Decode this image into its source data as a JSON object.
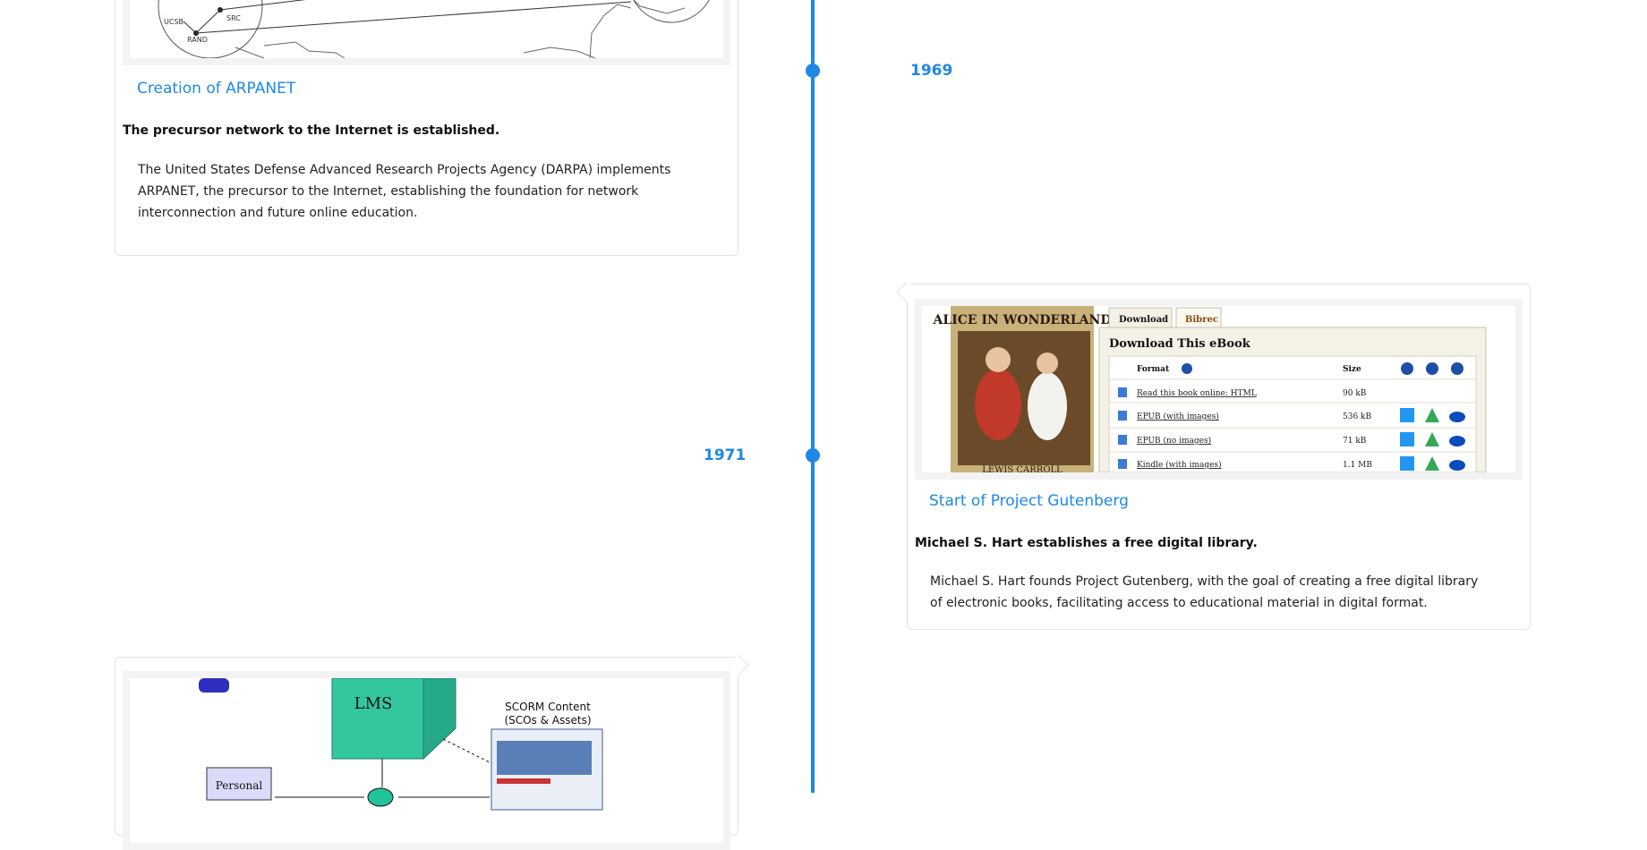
{
  "events": [
    {
      "year": "1969",
      "title": "Creation of ARPANET",
      "subtitle": "The precursor network to the Internet is established.",
      "description": "The United States Defense Advanced Research Projects Agency (DARPA) implements ARPANET, the precursor to the Internet, establishing the foundation for network interconnection and future online education.",
      "image": {
        "labels": [
          "UCSB",
          "SRC",
          "RAND"
        ]
      }
    },
    {
      "year": "1971",
      "title": "Start of Project Gutenberg",
      "subtitle": "Michael S. Hart establishes a free digital library.",
      "description": "Michael S. Hart founds Project Gutenberg, with the goal of creating a free digital library of electronic books, facilitating access to educational material in digital format.",
      "image": {
        "book_title": "ALICE IN WONDERLAND",
        "book_author": "LEWIS CARROLL",
        "tabs": [
          "Download",
          "Bibrec"
        ],
        "panel_title": "Download This eBook",
        "columns": [
          "Format",
          "Size"
        ],
        "rows": [
          {
            "format": "Read this book online: HTML",
            "size": "90 kB"
          },
          {
            "format": "EPUB (with images)",
            "size": "536 kB"
          },
          {
            "format": "EPUB (no images)",
            "size": "71 kB"
          },
          {
            "format": "Kindle (with images)",
            "size": "1.1 MB"
          }
        ]
      }
    },
    {
      "image": {
        "lms_label": "LMS",
        "content_label_1": "SCORM Content",
        "content_label_2": "(SCOs & Assets)",
        "personal_label": "Personal"
      }
    }
  ],
  "colors": {
    "accent": "#1e88e5",
    "border": "#e2e2e2"
  }
}
